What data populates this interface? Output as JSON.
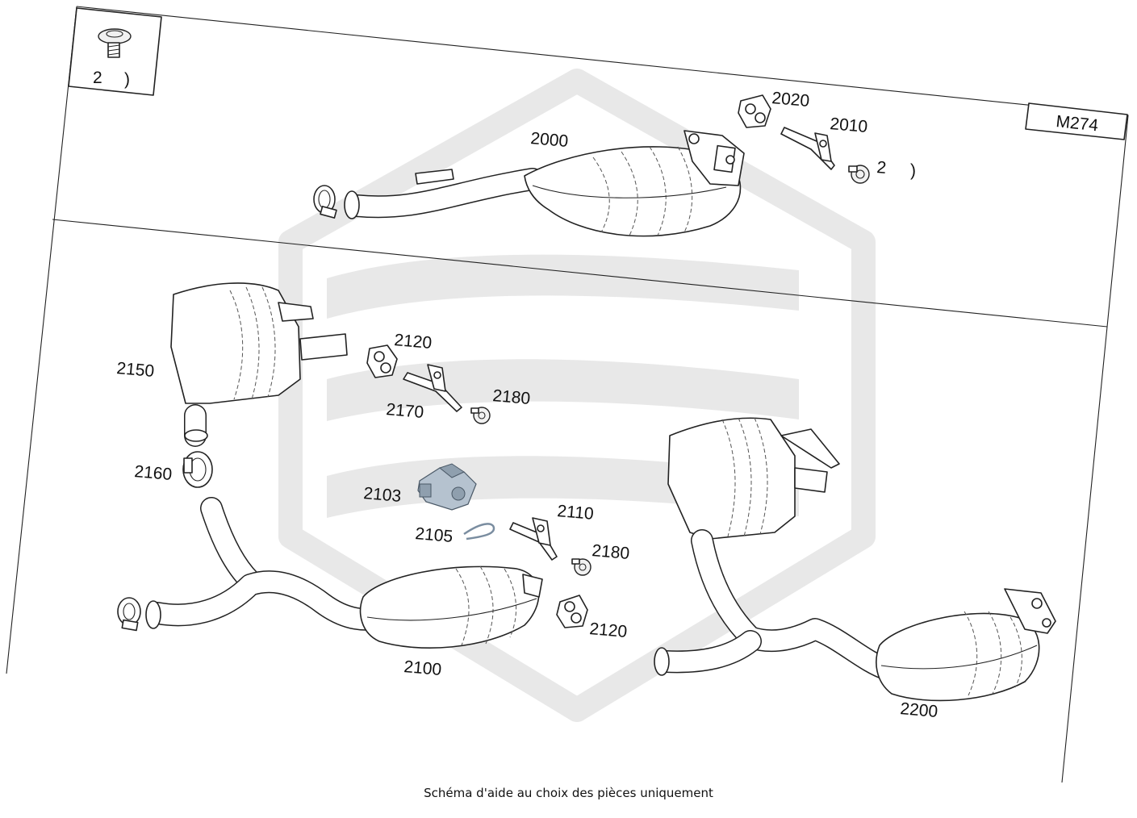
{
  "engine_code": "M274",
  "caption": "Schéma d'aide au choix des pièces uniquement",
  "inset_label": "2",
  "labels": {
    "p2000": "2000",
    "p2010": "2010",
    "p2020": "2020",
    "p2030": "2",
    "p2100": "2100",
    "p2103": "2103",
    "p2105": "2105",
    "p2110": "2110",
    "p2120a": "2120",
    "p2120b": "2120",
    "p2150": "2150",
    "p2160": "2160",
    "p2170": "2170",
    "p2180a": "2180",
    "p2180b": "2180",
    "p2200": "2200"
  },
  "colors": {
    "line": "#222222",
    "highlight_part": "#b5c2cf",
    "watermark": "#d6d6d6"
  }
}
